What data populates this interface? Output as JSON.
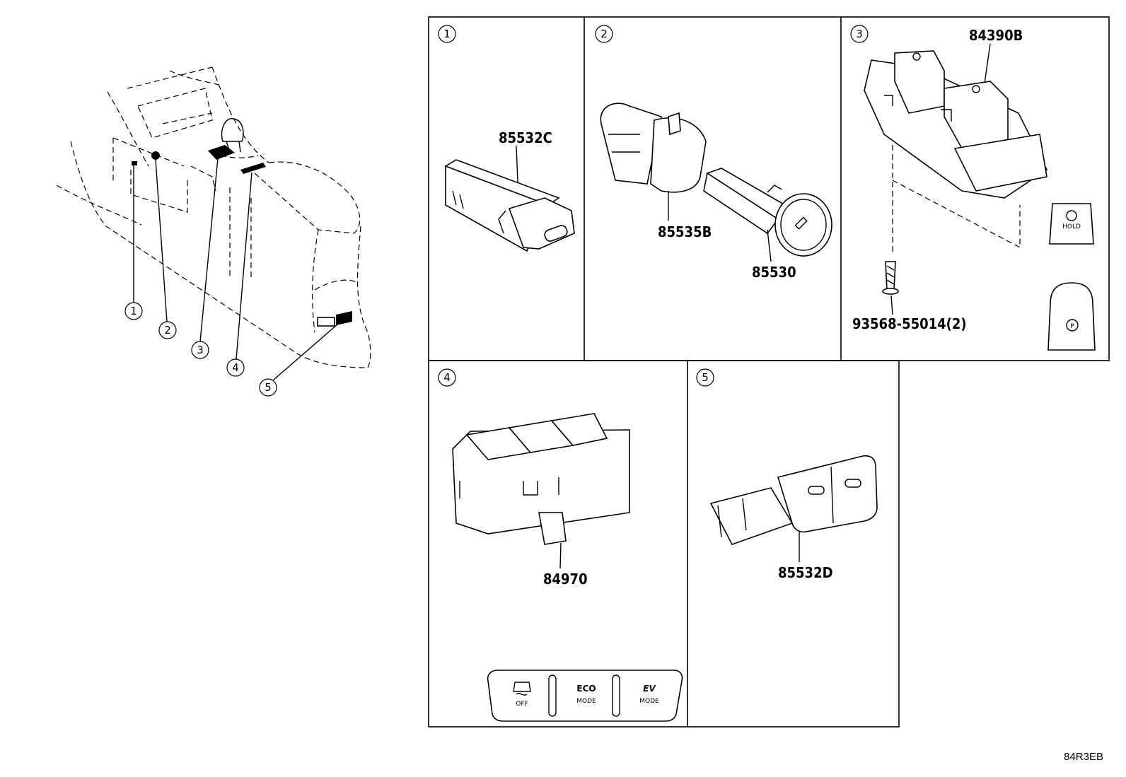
{
  "overview": {
    "callouts": [
      "1",
      "2",
      "3",
      "4",
      "5"
    ]
  },
  "panels": [
    {
      "number": "1",
      "parts": [
        "85532C"
      ]
    },
    {
      "number": "2",
      "parts": [
        "85535B",
        "85530"
      ]
    },
    {
      "number": "3",
      "parts": [
        "84390B",
        "93568-55014(2)"
      ],
      "icon_labels": [
        "HOLD"
      ]
    },
    {
      "number": "4",
      "parts": [
        "84970"
      ],
      "buttons": [
        {
          "icon": "traction-control-icon",
          "sub": "OFF"
        },
        {
          "main": "ECO",
          "sub": "MODE"
        },
        {
          "main": "EV",
          "sub": "MODE"
        }
      ]
    },
    {
      "number": "5",
      "parts": [
        "85532D"
      ]
    }
  ],
  "footer_code": "84R3EB"
}
